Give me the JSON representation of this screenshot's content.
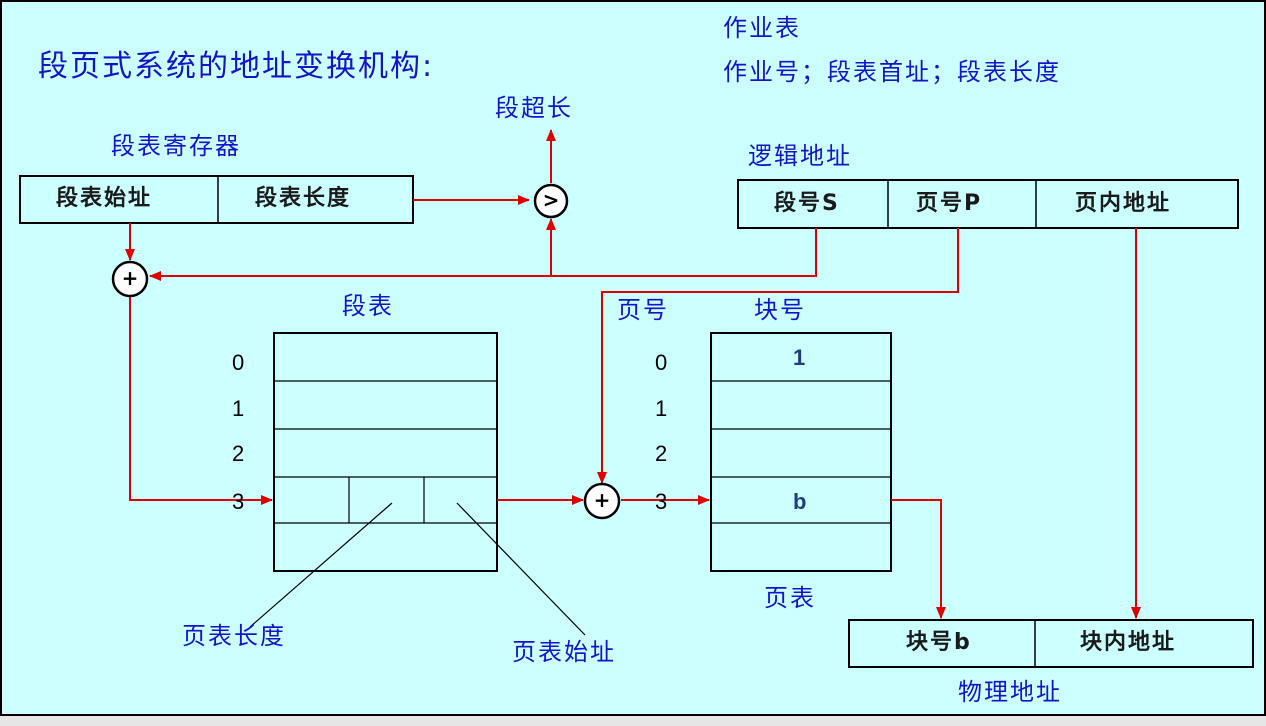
{
  "title": "段页式系统的地址变换机构:",
  "job_table": {
    "heading": "作业表",
    "fields": "作业号；段表首址；段表长度"
  },
  "segment_overflow": "段超长",
  "segment_register": {
    "label": "段表寄存器",
    "cells": [
      "段表始址",
      "段表长度"
    ]
  },
  "logical_address": {
    "label": "逻辑地址",
    "cells": [
      "段号S",
      "页号P",
      "页内地址"
    ]
  },
  "operators": {
    "compare": ">",
    "add": "+"
  },
  "segment_table": {
    "label": "段表",
    "row_numbers": [
      "0",
      "1",
      "2",
      "3"
    ],
    "callout_page_table_length": "页表长度",
    "callout_page_table_start": "页表始址"
  },
  "page_table": {
    "col_page": "页号",
    "col_block": "块号",
    "row_numbers": [
      "0",
      "1",
      "2",
      "3"
    ],
    "block_values": [
      "1",
      "b"
    ],
    "label": "页表"
  },
  "physical_address": {
    "label": "物理地址",
    "cells": [
      "块号b",
      "块内地址"
    ]
  },
  "colors": {
    "background": "#ccffff",
    "text_blue": "#1515c8",
    "arrow_red": "#e00000",
    "border": "#000000"
  }
}
